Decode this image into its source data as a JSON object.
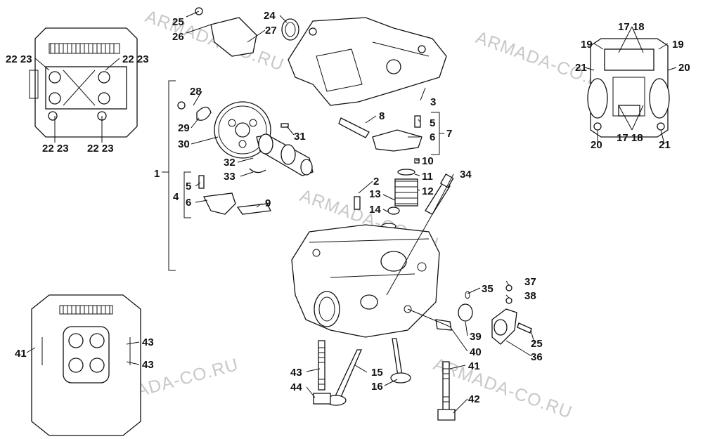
{
  "watermark": "ARMADA-CO.RU",
  "callouts": {
    "p1": "1",
    "p2": "2",
    "p3": "3",
    "p4": "4",
    "p5a": "5",
    "p5b": "5",
    "p6a": "6",
    "p6b": "6",
    "p7": "7",
    "p8": "8",
    "p9": "9",
    "p10": "10",
    "p11": "11",
    "p12": "12",
    "p13": "13",
    "p14": "14",
    "p15": "15",
    "p16": "16",
    "p17_18a": "17 18",
    "p17_18b": "17 18",
    "p19a": "19",
    "p19b": "19",
    "p20a": "20",
    "p20b": "20",
    "p21a": "21",
    "p21b": "21",
    "p22_23a": "22 23",
    "p22_23b": "22 23",
    "p22_23c": "22 23",
    "p22_23d": "22 23",
    "p24": "24",
    "p25a": "25",
    "p25b": "25",
    "p26": "26",
    "p27": "27",
    "p28": "28",
    "p29": "29",
    "p30": "30",
    "p31": "31",
    "p32": "32",
    "p33": "33",
    "p34": "34",
    "p35": "35",
    "p36": "36",
    "p37": "37",
    "p38": "38",
    "p39": "39",
    "p40": "40",
    "p41a": "41",
    "p41b": "41",
    "p42": "42",
    "p43a": "43",
    "p43b": "43",
    "p43c": "43",
    "p44": "44"
  }
}
